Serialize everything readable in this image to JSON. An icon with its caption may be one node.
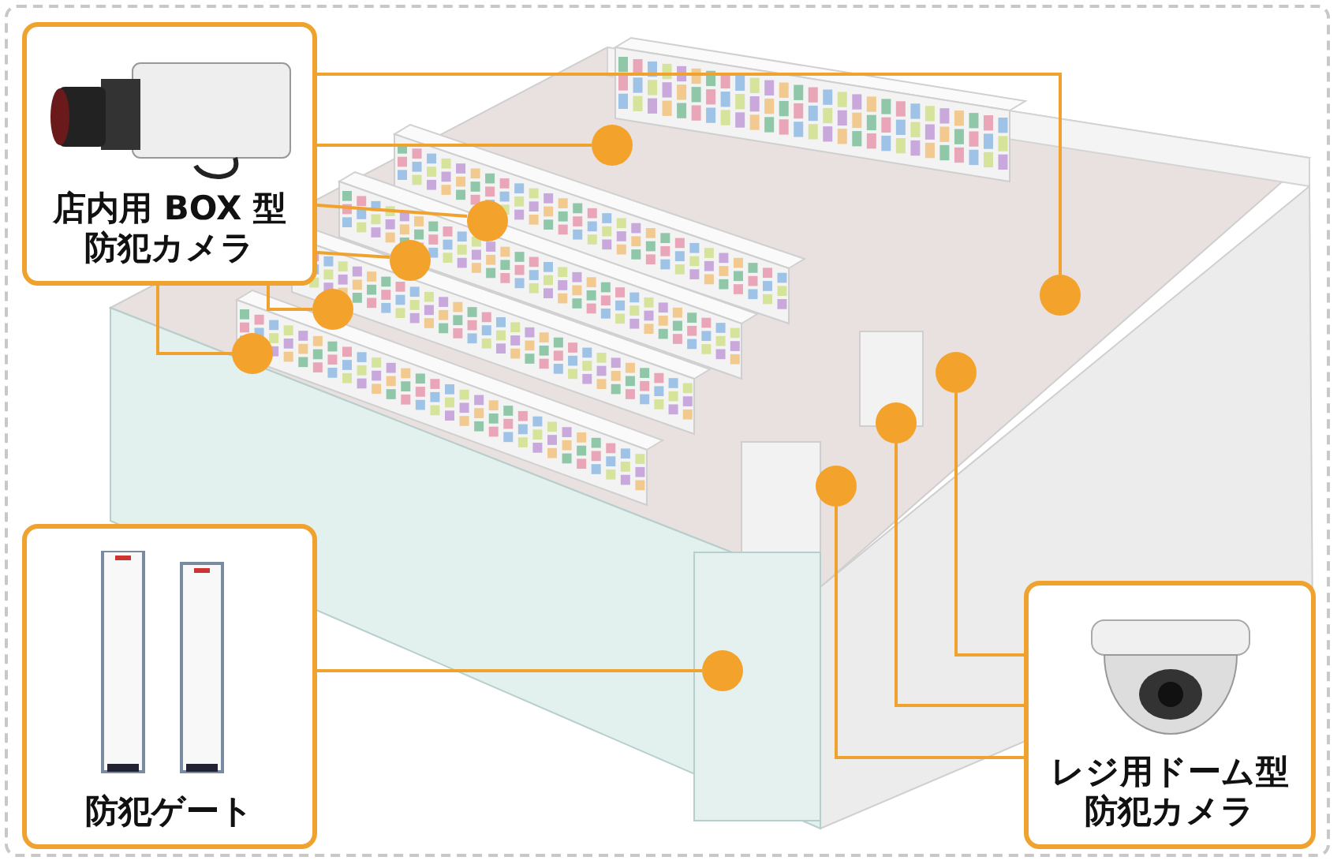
{
  "diagram": {
    "nodes": [
      {
        "text": [
          "店内用 BOX 型防犯カメラ"
        ]
      },
      {
        "text": [
          "防犯ゲート"
        ]
      },
      {
        "text": [
          "レジ用ドーム型防犯カメラ"
        ]
      },
      {
        "text": [],
        "shape": "circle"
      },
      {
        "text": [],
        "shape": "circle"
      },
      {
        "text": [],
        "shape": "circle"
      },
      {
        "text": [],
        "shape": "circle"
      },
      {
        "text": [],
        "shape": "circle"
      },
      {
        "text": [],
        "shape": "circle"
      },
      {
        "text": [],
        "shape": "circle"
      },
      {
        "text": [],
        "shape": "circle"
      },
      {
        "text": [],
        "shape": "circle"
      },
      {
        "text": [],
        "shape": "circle"
      }
    ],
    "edges": [
      {
        "from": 0,
        "to": 3,
        "arrow": "none"
      },
      {
        "from": 0,
        "to": 4,
        "arrow": "none"
      },
      {
        "from": 0,
        "to": 5,
        "arrow": "none"
      },
      {
        "from": 0,
        "to": 6,
        "arrow": "none"
      },
      {
        "from": 0,
        "to": 7,
        "arrow": "none"
      },
      {
        "from": 0,
        "to": 12,
        "arrow": "none"
      },
      {
        "from": 1,
        "to": 8,
        "arrow": "none"
      },
      {
        "from": 2,
        "to": 9,
        "arrow": "none"
      },
      {
        "from": 2,
        "to": 10,
        "arrow": "none"
      },
      {
        "from": 2,
        "to": 11,
        "arrow": "none"
      }
    ]
  }
}
